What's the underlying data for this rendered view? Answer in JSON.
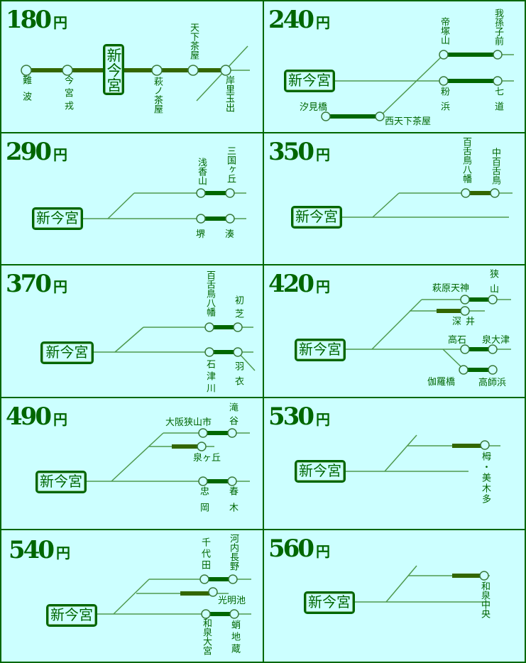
{
  "origin": "新今宮",
  "unit": "円",
  "colors": {
    "background": "#ccffff",
    "line": "#006600",
    "segment_alt": "#336600"
  },
  "panels": [
    {
      "fare": "180",
      "stations": [
        "難波",
        "今宮戎",
        "萩ノ茶屋",
        "天下茶屋",
        "岸里玉出"
      ]
    },
    {
      "fare": "240",
      "stations": [
        "帝塚山",
        "我孫子前",
        "粉浜",
        "七道",
        "汐見橋",
        "西天下茶屋"
      ]
    },
    {
      "fare": "290",
      "stations": [
        "浅香山",
        "三国ヶ丘",
        "堺",
        "湊"
      ]
    },
    {
      "fare": "350",
      "stations": [
        "百舌鳥八幡",
        "中百舌鳥"
      ]
    },
    {
      "fare": "370",
      "stations": [
        "百舌鳥八幡",
        "初芝",
        "石津川",
        "羽衣"
      ]
    },
    {
      "fare": "420",
      "stations": [
        "萩原天神",
        "狭山",
        "深井",
        "高石",
        "泉大津",
        "伽羅橋",
        "高師浜"
      ]
    },
    {
      "fare": "490",
      "stations": [
        "大阪狭山市",
        "滝谷",
        "泉ヶ丘",
        "忠岡",
        "春木"
      ]
    },
    {
      "fare": "530",
      "stations": [
        "栂・美木多"
      ]
    },
    {
      "fare": "540",
      "stations": [
        "千代田",
        "河内長野",
        "光明池",
        "和泉大宮",
        "蛸地蔵"
      ]
    },
    {
      "fare": "560",
      "stations": [
        "和泉中央"
      ]
    }
  ]
}
